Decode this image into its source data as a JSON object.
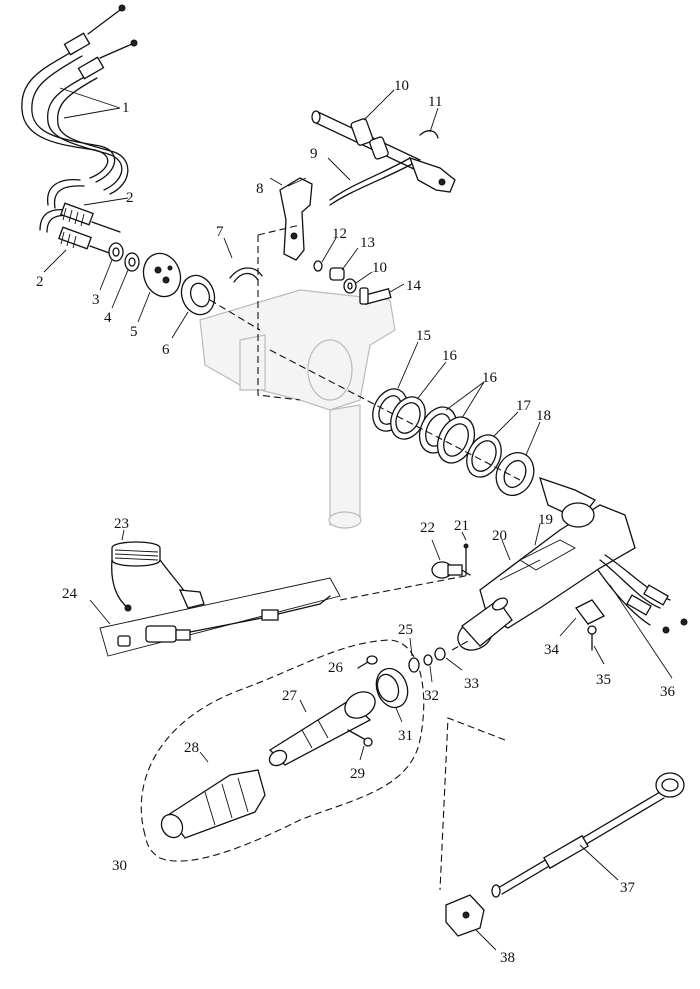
{
  "callouts": [
    {
      "id": "p1",
      "label": "1"
    },
    {
      "id": "p2a",
      "label": "2"
    },
    {
      "id": "p2b",
      "label": "2"
    },
    {
      "id": "p3",
      "label": "3"
    },
    {
      "id": "p4",
      "label": "4"
    },
    {
      "id": "p5",
      "label": "5"
    },
    {
      "id": "p6",
      "label": "6"
    },
    {
      "id": "p7",
      "label": "7"
    },
    {
      "id": "p8",
      "label": "8"
    },
    {
      "id": "p9",
      "label": "9"
    },
    {
      "id": "p10a",
      "label": "10"
    },
    {
      "id": "p10b",
      "label": "10"
    },
    {
      "id": "p11",
      "label": "11"
    },
    {
      "id": "p12",
      "label": "12"
    },
    {
      "id": "p13",
      "label": "13"
    },
    {
      "id": "p14",
      "label": "14"
    },
    {
      "id": "p15",
      "label": "15"
    },
    {
      "id": "p16a",
      "label": "16"
    },
    {
      "id": "p16b",
      "label": "16"
    },
    {
      "id": "p17",
      "label": "17"
    },
    {
      "id": "p18",
      "label": "18"
    },
    {
      "id": "p19",
      "label": "19"
    },
    {
      "id": "p20",
      "label": "20"
    },
    {
      "id": "p21",
      "label": "21"
    },
    {
      "id": "p22",
      "label": "22"
    },
    {
      "id": "p23",
      "label": "23"
    },
    {
      "id": "p24",
      "label": "24"
    },
    {
      "id": "p25",
      "label": "25"
    },
    {
      "id": "p26",
      "label": "26"
    },
    {
      "id": "p27",
      "label": "27"
    },
    {
      "id": "p28",
      "label": "28"
    },
    {
      "id": "p29",
      "label": "29"
    },
    {
      "id": "p30",
      "label": "30"
    },
    {
      "id": "p31",
      "label": "31"
    },
    {
      "id": "p32",
      "label": "32"
    },
    {
      "id": "p33",
      "label": "33"
    },
    {
      "id": "p34",
      "label": "34"
    },
    {
      "id": "p35",
      "label": "35"
    },
    {
      "id": "p36",
      "label": "36"
    },
    {
      "id": "p37",
      "label": "37"
    },
    {
      "id": "p38",
      "label": "38"
    }
  ]
}
